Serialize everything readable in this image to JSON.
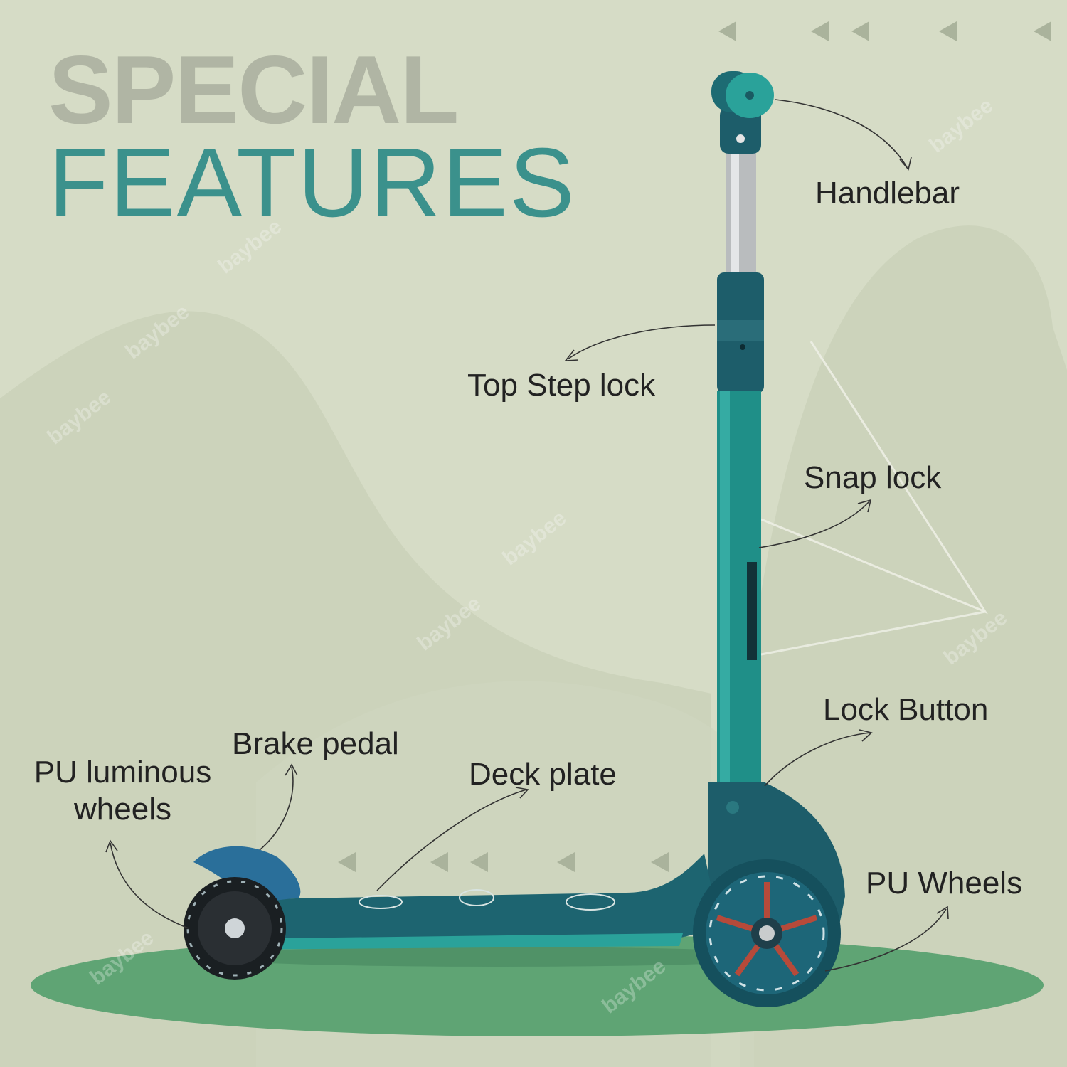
{
  "title": {
    "line1": "SPECIAL",
    "line2": "FEATURES"
  },
  "labels": {
    "handlebar": "Handlebar",
    "top_step_lock": "Top Step lock",
    "snap_lock": "Snap lock",
    "lock_button": "Lock Button",
    "brake_pedal": "Brake pedal",
    "pu_luminous_wheels_line1": "PU luminous",
    "pu_luminous_wheels_line2": "wheels",
    "deck_plate": "Deck plate",
    "pu_wheels": "PU Wheels"
  },
  "brand_watermark": "baybee",
  "icons": [
    "triangle-arrow-left-icon",
    "curved-arrow-icon"
  ],
  "colors": {
    "background": "#d6dcc6",
    "title_grey": "#b0b5a4",
    "title_teal": "#3b918c",
    "scooter_teal": "#1f8f88",
    "scooter_dark": "#1d5d6a",
    "ground": "#5fa474",
    "label_text": "#222222"
  }
}
